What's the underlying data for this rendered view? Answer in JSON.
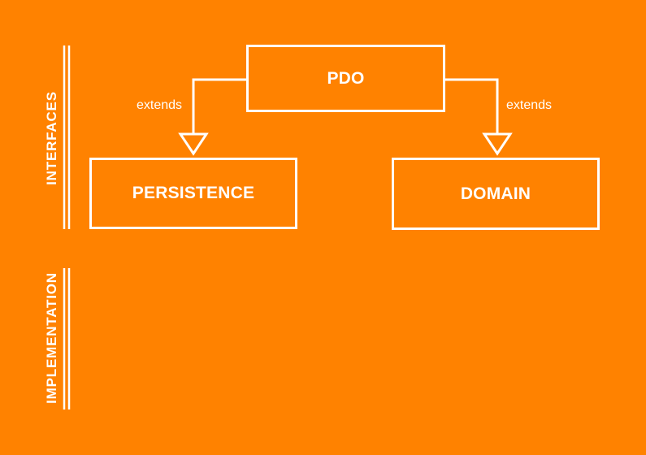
{
  "colors": {
    "background": "#FF8200",
    "foreground": "#FFFFFF"
  },
  "sections": {
    "interfaces": "INTERFACES",
    "implementation": "IMPLEMENTATION"
  },
  "nodes": {
    "pdo": "PDO",
    "persistence": "PERSISTENCE",
    "domain": "DOMAIN"
  },
  "edges": {
    "left_label": "extends",
    "right_label": "extends"
  }
}
